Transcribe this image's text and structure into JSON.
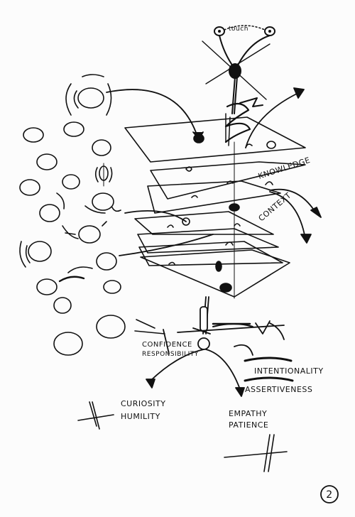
{
  "labels": {
    "touch": "touch",
    "knowledge": "KNOWLEDGE",
    "context": "CONTEXT",
    "confidence": "CONFIDENCE",
    "responsibility": "RESPONSIBILITY",
    "intentionality": "INTENTIONALITY",
    "assertiveness": "ASSERTIVENESS",
    "curiosity": "CURIOSITY",
    "humility": "HUMILITY",
    "empathy": "EMPATHY",
    "patience": "PATIENCE",
    "page_number": "2"
  },
  "colors": {
    "ink": "#111111",
    "paper": "#fcfcfc"
  }
}
